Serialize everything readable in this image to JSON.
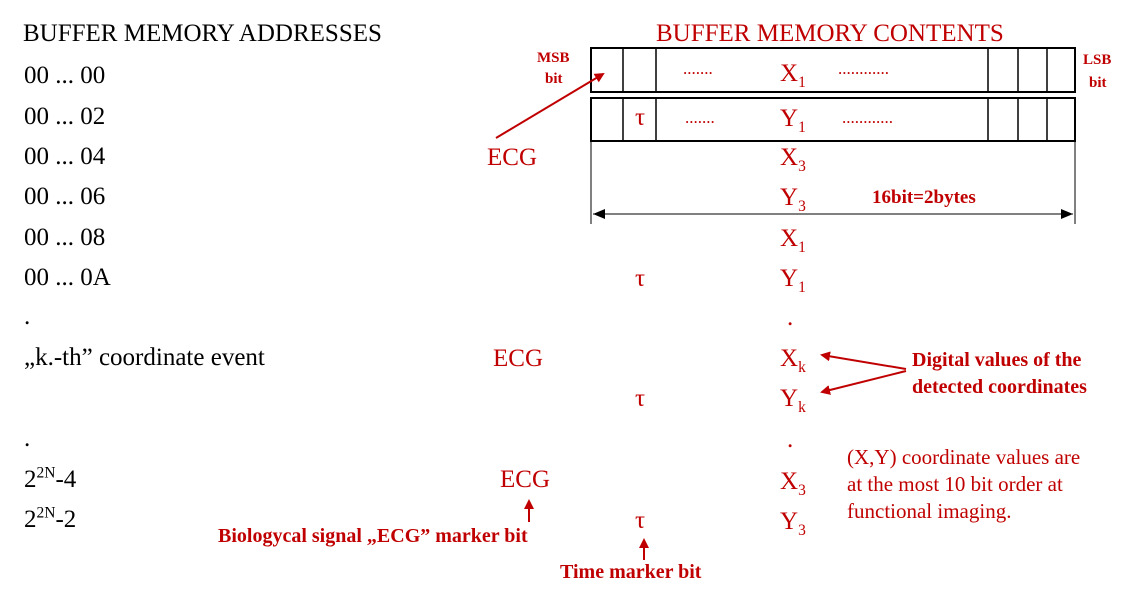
{
  "colors": {
    "accent": "#c00000",
    "text": "#000000"
  },
  "headers": {
    "addresses": "BUFFER MEMORY ADDRESSES",
    "contents": "BUFFER MEMORY CONTENTS"
  },
  "register": {
    "msb_label": [
      "MSB",
      "bit"
    ],
    "lsb_label": [
      "LSB",
      "bit"
    ],
    "row1": {
      "dots_left": ".......",
      "symbol": "X",
      "sub": "1",
      "dots_right": "............"
    },
    "row2": {
      "tau": "τ",
      "dots_left": ".......",
      "symbol": "Y",
      "sub": "1",
      "dots_right": "............"
    },
    "width_label": "16bit=2bytes"
  },
  "addresses": [
    {
      "text": "00 ... 00"
    },
    {
      "text": "00 ... 02"
    },
    {
      "text": "00 ... 04"
    },
    {
      "text": "00 ... 06"
    },
    {
      "text": "00 ... 08"
    },
    {
      "text": "00 ... 0A"
    },
    {
      "text": "."
    },
    {
      "text": "„k.-th” coordinate event"
    },
    {
      "text": "."
    },
    {
      "base": "2",
      "sup": "2N",
      "rest": "-4"
    },
    {
      "base": "2",
      "sup": "2N",
      "rest": "-2"
    }
  ],
  "contents": [
    {
      "marker": "ECG",
      "symbol": "X",
      "sub": "3"
    },
    {
      "symbol": "Y",
      "sub": "3"
    },
    {
      "symbol": "X",
      "sub": "1"
    },
    {
      "tau": "τ",
      "symbol": "Y",
      "sub": "1"
    },
    {
      "symbol": "."
    },
    {
      "marker": "ECG",
      "symbol": "X",
      "sub": "k"
    },
    {
      "tau": "τ",
      "symbol": "Y",
      "sub": "k"
    },
    {
      "symbol": "."
    },
    {
      "marker": "ECG",
      "symbol": "X",
      "sub": "3"
    },
    {
      "tau": "τ",
      "symbol": "Y",
      "sub": "3"
    }
  ],
  "annotations": {
    "digital_values": [
      "Digital values of the",
      "detected coordinates"
    ],
    "coordinate_note": [
      "(X,Y) coordinate values are",
      "at the most 10 bit order at",
      "functional imaging."
    ],
    "ecg_marker_bit": "Biologycal signal „ECG” marker bit",
    "time_marker_bit": "Time marker bit"
  }
}
